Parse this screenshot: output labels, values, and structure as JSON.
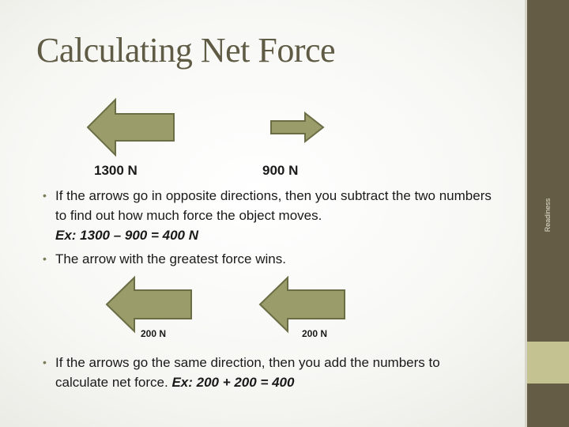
{
  "slide": {
    "title": "Calculating Net Force",
    "sidebar_label": "Readiness"
  },
  "arrows": {
    "top_left_label": "1300 N",
    "top_right_label": "900 N",
    "bottom_left_label": "200 N",
    "bottom_right_label": "200 N"
  },
  "bullets": {
    "b1_text": "If the arrows go in opposite directions, then you subtract the two numbers to find out how much force the object moves.",
    "b1_example": "Ex:  1300 – 900 = 400 N",
    "b2_text": "The arrow with the greatest force wins.",
    "b3_text": "If the arrows go the same direction, then you add the numbers to calculate net force.",
    "b3_example": "Ex:  200 + 200 = 400",
    "bullet_glyph": "•"
  },
  "colors": {
    "title": "#5f5b45",
    "sidebar": "#645c45",
    "sidebar_band": "#c4c291",
    "arrow_fill": "#9a9c6a",
    "arrow_stroke": "#6b6d45"
  }
}
